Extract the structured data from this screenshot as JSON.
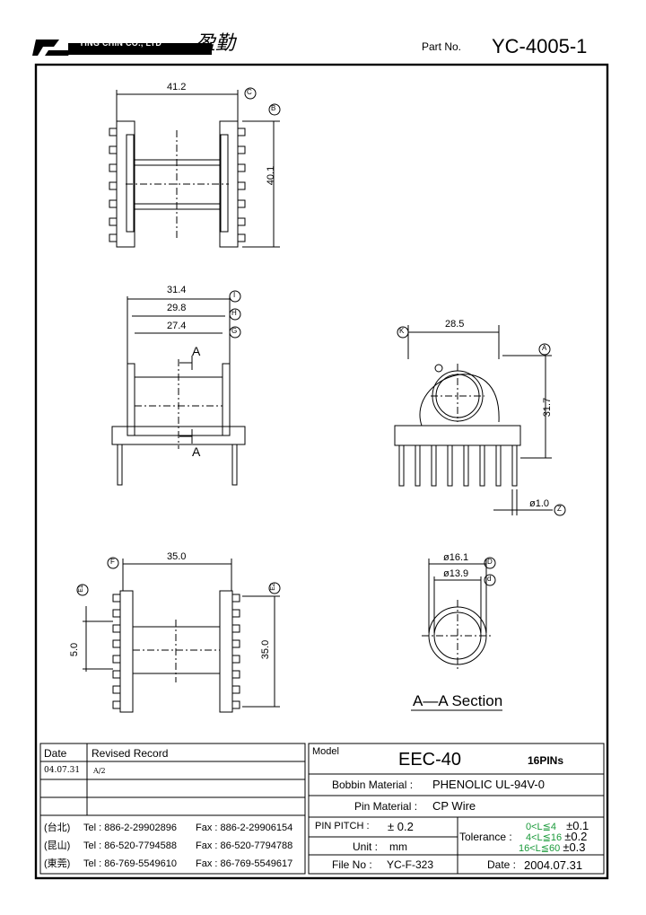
{
  "header": {
    "company_en": "YING CHIN CO., LTD",
    "company_cn": "盈勤",
    "part_no_label": "Part No.",
    "part_no": "YC-4005-1"
  },
  "dims": {
    "top_width": "41.2",
    "top_height": "40.1",
    "mid_w1": "31.4",
    "mid_w2": "29.8",
    "mid_w3": "27.4",
    "right_width": "28.5",
    "right_height": "31.7",
    "pin_dia": "ø1.0",
    "bot_width": "35.0",
    "bot_pitch": "5.0",
    "bot_span": "35.0",
    "sec_outer": "ø16.1",
    "sec_inner": "ø13.9",
    "section_a": "A"
  },
  "refs": {
    "C": "C",
    "B": "B",
    "I": "I",
    "H": "H",
    "G": "G",
    "K": "K",
    "A": "A",
    "Z": "Z",
    "F": "F",
    "E1": "E1",
    "E2": "E2",
    "D": "D",
    "d": "d"
  },
  "section_title": "A—A Section",
  "revision": {
    "date_header": "Date",
    "record_header": "Revised Record",
    "rows": [
      {
        "date": "04.07.31",
        "record": "A/2"
      }
    ]
  },
  "contacts": [
    {
      "loc": "(台北)",
      "tel": "Tel : 886-2-29902896",
      "fax": "Fax : 886-2-29906154"
    },
    {
      "loc": "(昆山)",
      "tel": "Tel : 86-520-7794588",
      "fax": "Fax : 86-520-7794788"
    },
    {
      "loc": "(東莞)",
      "tel": "Tel : 86-769-5549610",
      "fax": "Fax : 86-769-5549617"
    }
  ],
  "spec": {
    "model_label": "Model",
    "model": "EEC-40",
    "pins": "16PINs",
    "bobbin_material_label": "Bobbin Material :",
    "bobbin_material": "PHENOLIC UL-94V-0",
    "pin_material_label": "Pin Material :",
    "pin_material": "CP Wire",
    "pin_pitch_label": "PIN PITCH :",
    "pin_pitch": "± 0.2",
    "unit_label": "Unit :",
    "unit": "mm",
    "file_no_label": "File No :",
    "file_no": "YC-F-323",
    "date_label": "Date :",
    "date": "2004.07.31",
    "tolerance_label": "Tolerance :",
    "tol1_a": "0<L≦",
    "tol1_b": "4",
    "tol1_v": "±0.1",
    "tol2_a": "4<L≦",
    "tol2_b": "16",
    "tol2_v": "±0.2",
    "tol3_a": "16<L≦",
    "tol3_b": "60",
    "tol3_v": "±0.3"
  }
}
